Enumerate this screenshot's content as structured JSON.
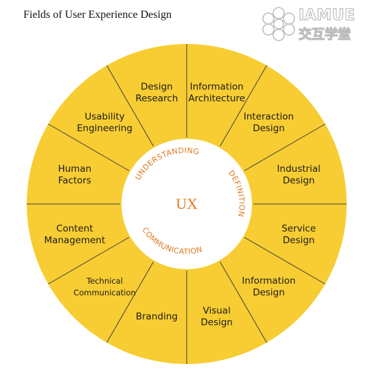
{
  "title": "Fields of User Experience Design",
  "logo": {
    "name_en": "IAMUE",
    "name_cn": "交互学堂",
    "icon": "flower-logo-icon"
  },
  "colors": {
    "segment_fill": "#f7cd33",
    "segment_lines": "#3d3d3d",
    "center_fill": "#ffffff",
    "accent_text": "#e07a1f"
  },
  "center": {
    "label": "UX",
    "ring_labels": {
      "understanding": "UNDERSTANDING",
      "definition": "DEFINITION",
      "communication": "COMMUNICATION"
    }
  },
  "segments": [
    {
      "lines": [
        "Information",
        "Architecture"
      ]
    },
    {
      "lines": [
        "Interaction",
        "Design"
      ]
    },
    {
      "lines": [
        "Industrial",
        "Design"
      ]
    },
    {
      "lines": [
        "Service",
        "Design"
      ]
    },
    {
      "lines": [
        "Information",
        "Design"
      ]
    },
    {
      "lines": [
        "Visual",
        "Design"
      ]
    },
    {
      "lines": [
        "Branding"
      ]
    },
    {
      "lines": [
        "Technical",
        "Communication"
      ]
    },
    {
      "lines": [
        "Content",
        "Management"
      ]
    },
    {
      "lines": [
        "Human",
        "Factors"
      ]
    },
    {
      "lines": [
        "Usability",
        "Engineering"
      ]
    },
    {
      "lines": [
        "Design",
        "Research"
      ]
    }
  ]
}
